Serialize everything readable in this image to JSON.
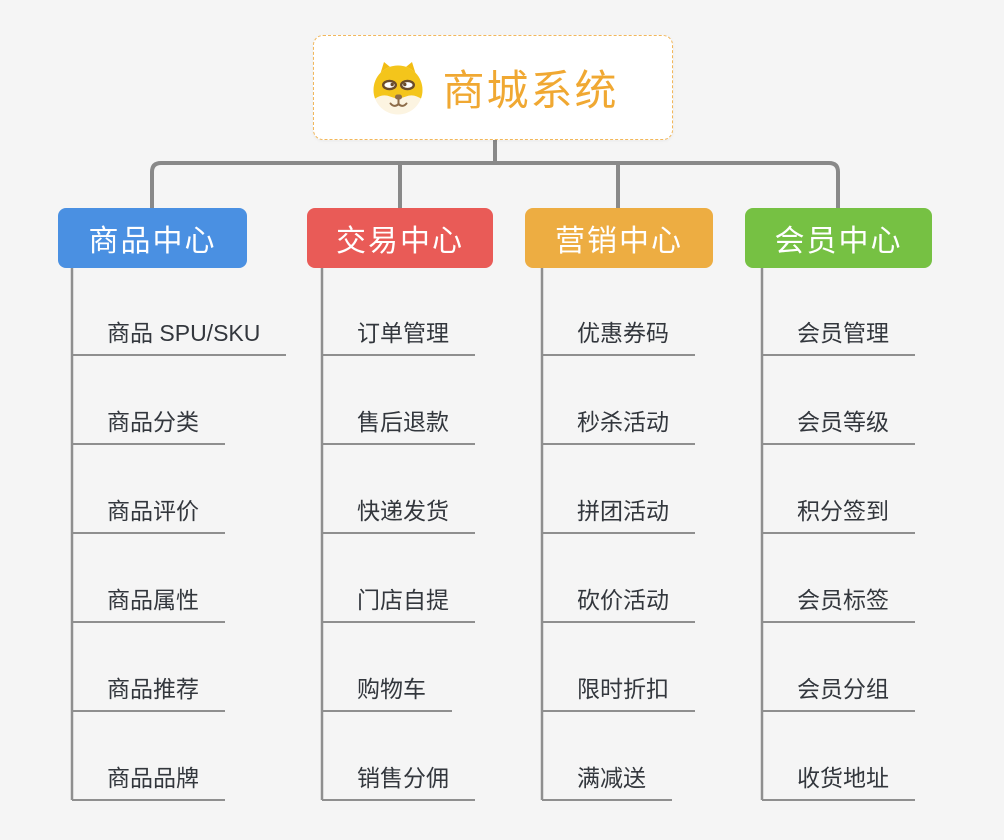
{
  "root": {
    "title": "商城系统",
    "icon": "dog-face-icon"
  },
  "branches": [
    {
      "label": "商品中心",
      "color": "#4a90e2",
      "items": [
        "商品 SPU/SKU",
        "商品分类",
        "商品评价",
        "商品属性",
        "商品推荐",
        "商品品牌"
      ]
    },
    {
      "label": "交易中心",
      "color": "#e95b57",
      "items": [
        "订单管理",
        "售后退款",
        "快递发货",
        "门店自提",
        "购物车",
        "销售分佣"
      ]
    },
    {
      "label": "营销中心",
      "color": "#edad42",
      "items": [
        "优惠券码",
        "秒杀活动",
        "拼团活动",
        "砍价活动",
        "限时折扣",
        "满减送"
      ]
    },
    {
      "label": "会员中心",
      "color": "#76c143",
      "items": [
        "会员管理",
        "会员等级",
        "积分签到",
        "会员标签",
        "会员分组",
        "收货地址"
      ]
    }
  ],
  "colors": {
    "canvas_bg": "#f5f5f5",
    "root_accent": "#f0a832",
    "root_border": "#f2b75a",
    "connector": "#898989",
    "underline": "#8f8f8f",
    "leaf_text": "#33373d",
    "dog_yellow": "#f4c51b",
    "dog_cream": "#fcf4e1",
    "dog_brown": "#8d6c49"
  }
}
